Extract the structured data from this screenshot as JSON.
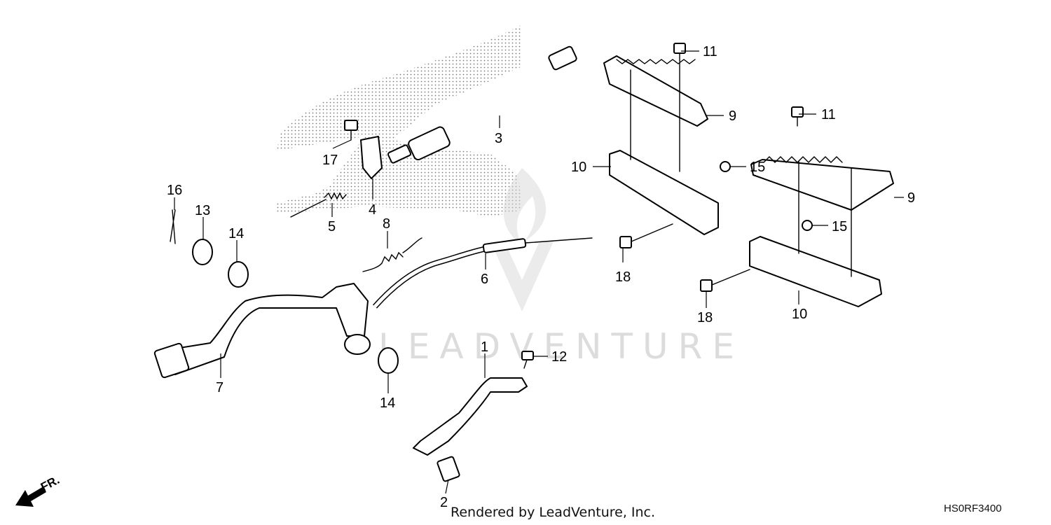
{
  "watermark": {
    "text": "LEADVENTURE"
  },
  "front_indicator": {
    "label": "FR."
  },
  "footer": {
    "credit": "Rendered by LeadVenture, Inc.",
    "diagram_code": "HS0RF3400"
  },
  "callouts": {
    "c1": "1",
    "c2": "2",
    "c3": "3",
    "c4": "4",
    "c5": "5",
    "c6": "6",
    "c7": "7",
    "c8": "8",
    "c9a": "9",
    "c9b": "9",
    "c10a": "10",
    "c10b": "10",
    "c11a": "11",
    "c11b": "11",
    "c12": "12",
    "c13": "13",
    "c14a": "14",
    "c14b": "14",
    "c15a": "15",
    "c15b": "15",
    "c16": "16",
    "c17": "17",
    "c18a": "18",
    "c18b": "18"
  }
}
